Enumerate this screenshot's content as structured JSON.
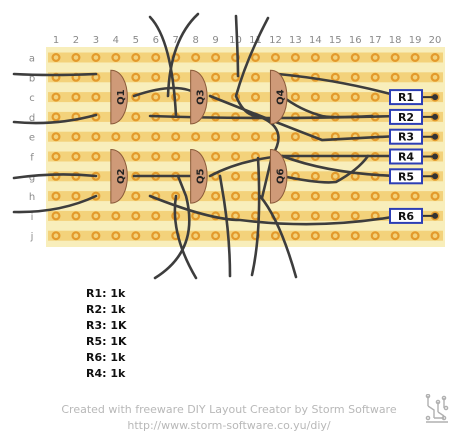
{
  "board": {
    "columns": [
      "1",
      "2",
      "3",
      "4",
      "5",
      "6",
      "7",
      "8",
      "9",
      "10",
      "11",
      "12",
      "13",
      "14",
      "15",
      "16",
      "17",
      "18",
      "19",
      "20"
    ],
    "rows": [
      "a",
      "b",
      "c",
      "d",
      "e",
      "f",
      "g",
      "h",
      "i",
      "j"
    ],
    "board_color": "#f8eebb",
    "strip_color": "#f3d27b",
    "pad_color": "#e39a2c",
    "wire_color": "#3d3d3d",
    "transistor_color": "#cf9a78"
  },
  "transistors": [
    {
      "label": "Q1",
      "col": 4,
      "rows": [
        "b",
        "c",
        "d"
      ]
    },
    {
      "label": "Q3",
      "col": 8,
      "rows": [
        "b",
        "c",
        "d"
      ]
    },
    {
      "label": "Q4",
      "col": 12,
      "rows": [
        "b",
        "c",
        "d"
      ]
    },
    {
      "label": "Q2",
      "col": 4,
      "rows": [
        "f",
        "g",
        "h"
      ]
    },
    {
      "label": "Q5",
      "col": 8,
      "rows": [
        "f",
        "g",
        "h"
      ]
    },
    {
      "label": "Q6",
      "col": 12,
      "rows": [
        "f",
        "g",
        "h"
      ]
    }
  ],
  "resistors": [
    {
      "label": "R1",
      "row": "c"
    },
    {
      "label": "R2",
      "row": "d"
    },
    {
      "label": "R3",
      "row": "e"
    },
    {
      "label": "R4",
      "row": "f"
    },
    {
      "label": "R5",
      "row": "g"
    },
    {
      "label": "R6",
      "row": "i"
    }
  ],
  "bom": [
    "R1: 1k",
    "R2: 1k",
    "R3: 1K",
    "R5: 1K",
    "R6: 1k",
    "R4: 1k"
  ],
  "credit": {
    "line1": "Created with freeware DIY Layout Creator by Storm Software",
    "line2": "http://www.storm-software.co.yu/diy/"
  }
}
